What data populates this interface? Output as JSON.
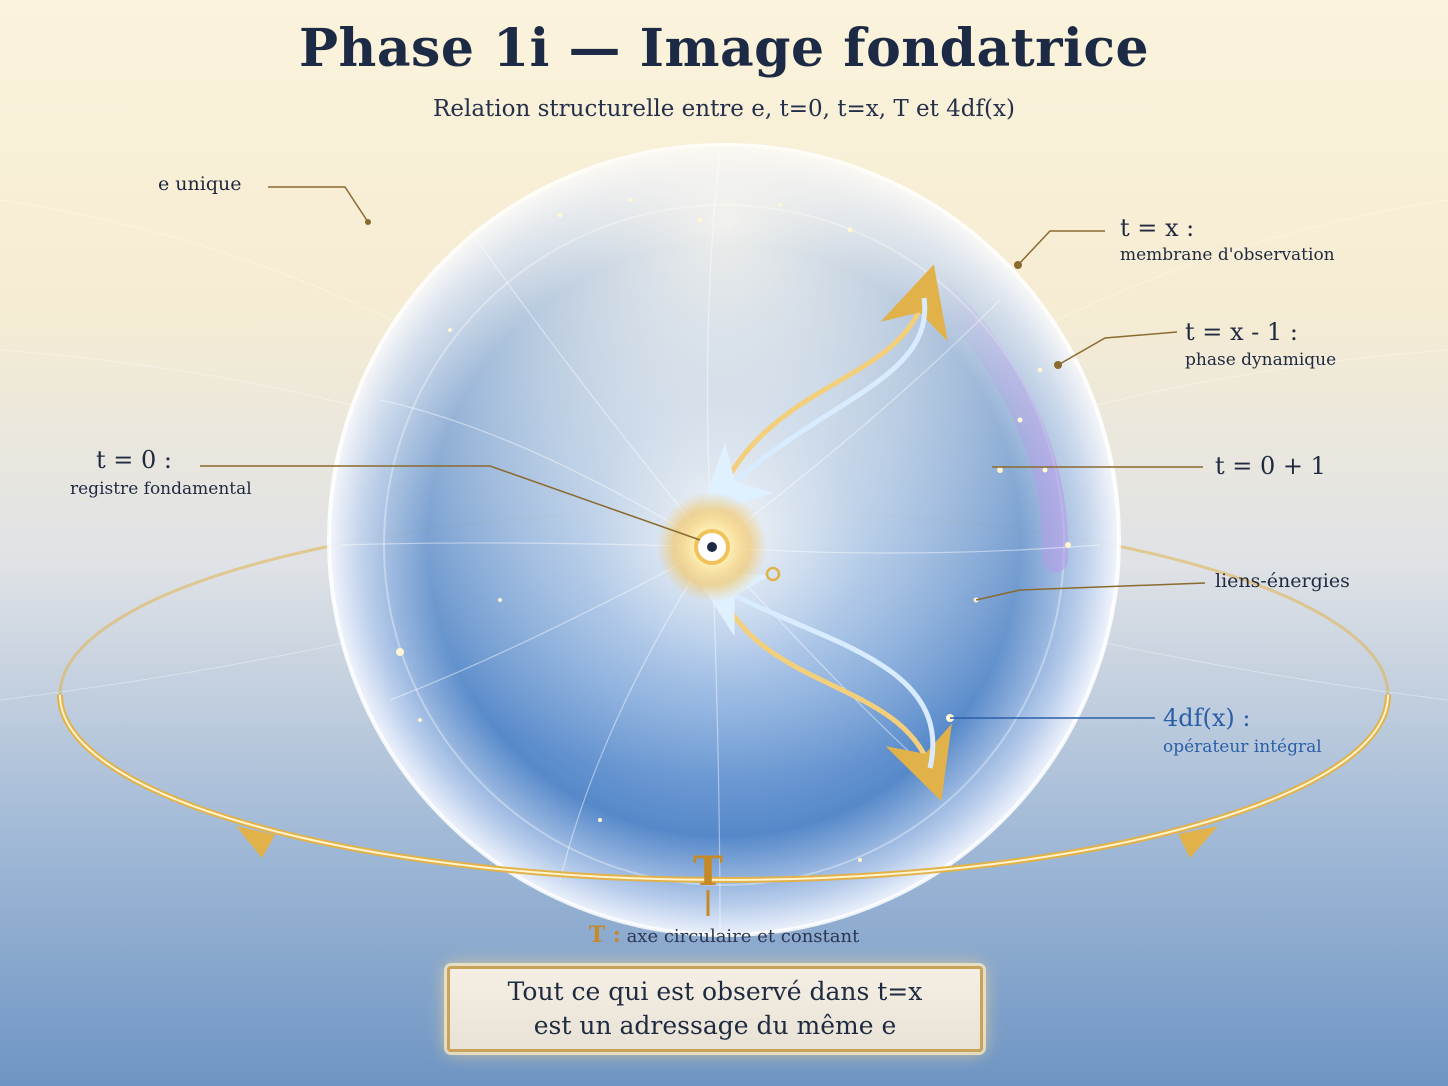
{
  "title": "Phase 1i — Image fondatrice",
  "subtitle": "Relation structurelle entre e, t=0, t=x, T et 4df(x)",
  "labels": {
    "e_unique": "e unique",
    "t_x": "t = x :",
    "t_x_sub": "membrane d'observation",
    "t_x1": "t = x - 1 :",
    "t_x1_sub": "phase dynamique",
    "t0": "t = 0 :",
    "t0_sub": "registre fondamental",
    "t01": "t = 0 + 1",
    "liens": "liens-énergies",
    "df": "4df(x) :",
    "df_sub": "opérateur intégral",
    "T_symbol": "T",
    "T_bold": "T :",
    "T_axis": " axe circulaire et constant"
  },
  "quote": {
    "line1": "Tout ce qui est observé dans t=x",
    "line2": "est un adressage du même e"
  },
  "colors": {
    "gold": "#e2b24a",
    "sphere_blue": "#4f84c8",
    "membrane_violet": "#b49ae6",
    "dark_text": "#1d2a45",
    "blue_text": "#2a5fa8"
  }
}
